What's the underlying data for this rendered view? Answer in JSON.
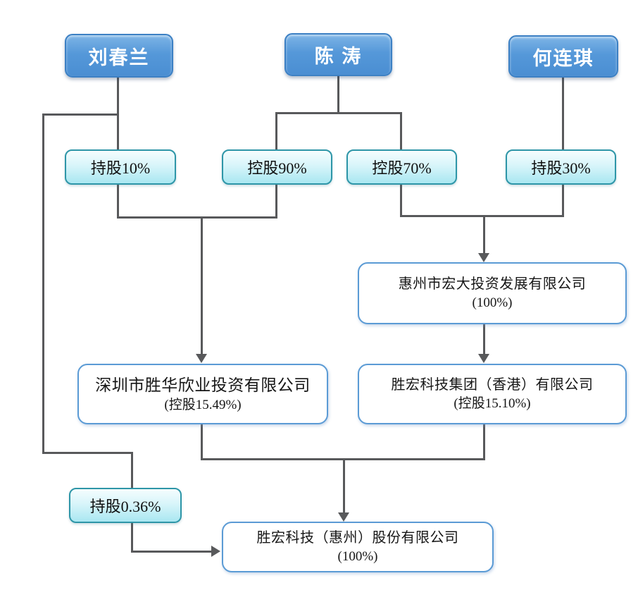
{
  "diagram": {
    "type": "equity-ownership-structure",
    "colors": {
      "person_fill": "#5598d9",
      "person_border": "#3c80c4",
      "share_fill": "#c9eef6",
      "share_border": "#2e96a8",
      "company_border": "#5b9bd5",
      "connector": "#58595b",
      "background": "#ffffff"
    },
    "nodes": {
      "liu": {
        "label": "刘春兰"
      },
      "chen": {
        "label": "陈 涛"
      },
      "he": {
        "label": "何连琪"
      },
      "share10": {
        "label": "持股10%"
      },
      "share90": {
        "label": "控股90%"
      },
      "share70": {
        "label": "控股70%"
      },
      "share30": {
        "label": "持股30%"
      },
      "share036": {
        "label": "持股0.36%"
      },
      "huizhou": {
        "name": "惠州市宏大投资发展有限公司",
        "share": "(100%)"
      },
      "shenzhen": {
        "name": "深圳市胜华欣业投资有限公司",
        "share": "(控股15.49%)"
      },
      "hongkong": {
        "name": "胜宏科技集团（香港）有限公司",
        "share": "(控股15.10%)"
      },
      "shenghong": {
        "name": "胜宏科技（惠州）股份有限公司",
        "share": "(100%)"
      }
    },
    "edges": [
      {
        "from": "刘春兰",
        "to": "深圳市胜华欣业投资有限公司",
        "label": "持股10%"
      },
      {
        "from": "刘春兰",
        "to": "胜宏科技（惠州）股份有限公司",
        "label": "持股0.36%"
      },
      {
        "from": "陈 涛",
        "to": "深圳市胜华欣业投资有限公司",
        "label": "控股90%"
      },
      {
        "from": "陈 涛",
        "to": "惠州市宏大投资发展有限公司",
        "label": "控股70%"
      },
      {
        "from": "何连琪",
        "to": "惠州市宏大投资发展有限公司",
        "label": "持股30%"
      },
      {
        "from": "惠州市宏大投资发展有限公司",
        "to": "胜宏科技集团（香港）有限公司",
        "label": "(100%)"
      },
      {
        "from": "深圳市胜华欣业投资有限公司",
        "to": "胜宏科技（惠州）股份有限公司",
        "label": "(控股15.49%)"
      },
      {
        "from": "胜宏科技集团（香港）有限公司",
        "to": "胜宏科技（惠州）股份有限公司",
        "label": "(控股15.10%)"
      }
    ]
  }
}
